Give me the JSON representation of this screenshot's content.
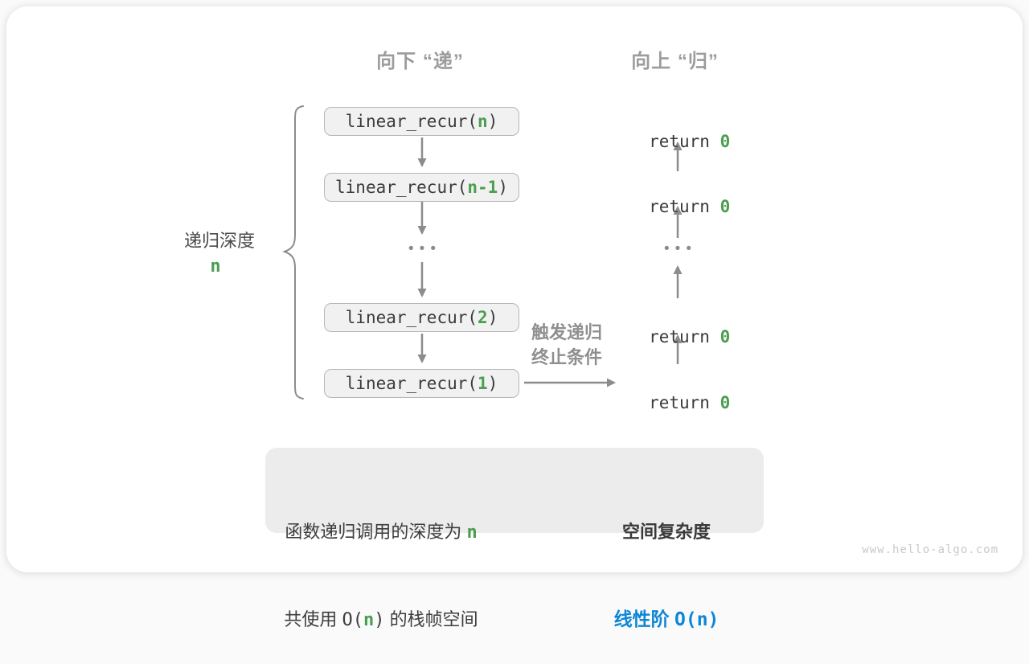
{
  "headers": {
    "recurse": "向下 “递”",
    "return": "向上 “归”"
  },
  "depth": {
    "label": "递归深度",
    "value": "n"
  },
  "stack": {
    "prefix": "linear_recur(",
    "suffix": ")",
    "frames": [
      {
        "arg": "n"
      },
      {
        "arg": "n-1"
      },
      {
        "arg": "2"
      },
      {
        "arg": "1"
      }
    ],
    "ellipsis": "•••"
  },
  "returns": {
    "prefix": "return ",
    "value": "0",
    "ellipsis": "•••"
  },
  "trigger": {
    "line1": "触发递归",
    "line2": "终止条件"
  },
  "summary": {
    "left_line1_text": "函数递归调用的深度为 ",
    "left_line1_value": "n",
    "left_line2_pre": "共使用 ",
    "left_line2_big_o_open": "O(",
    "left_line2_value": "n",
    "left_line2_big_o_close": ")",
    "left_line2_post": " 的栈帧空间",
    "right_title": "空间复杂度",
    "right_result_text": "线性阶 ",
    "right_result_value": "O(n)"
  },
  "watermark": "www.hello-algo.com",
  "colors": {
    "accent_green": "#4b9e50",
    "accent_blue": "#0d86d8",
    "arrow_gray": "#8c8c8c"
  }
}
